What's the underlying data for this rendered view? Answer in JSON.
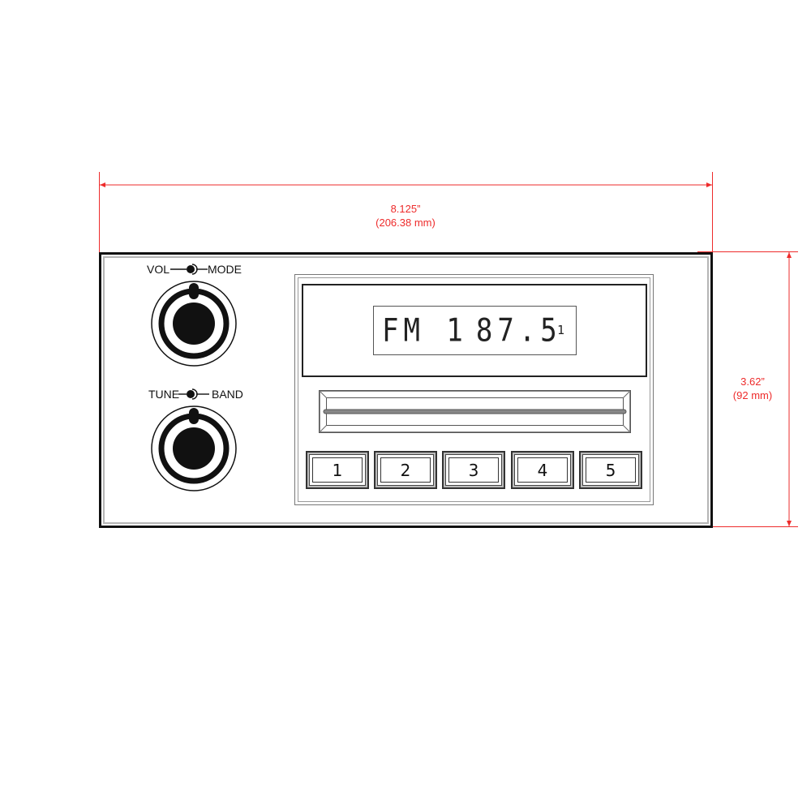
{
  "dimensions": {
    "width": {
      "inches": "8.125”",
      "mm": "(206.38 mm)"
    },
    "height": {
      "inches": "3.62”",
      "mm": "(92 mm)"
    },
    "line_color": "#ee2b2b"
  },
  "knobs": [
    {
      "left_label": "VOL",
      "right_label": "MODE"
    },
    {
      "left_label": "TUNE",
      "right_label": "BAND"
    }
  ],
  "display": {
    "band": "FM 1",
    "frequency": "87.5",
    "indicator": "1"
  },
  "presets": [
    "1",
    "2",
    "3",
    "4",
    "5"
  ]
}
